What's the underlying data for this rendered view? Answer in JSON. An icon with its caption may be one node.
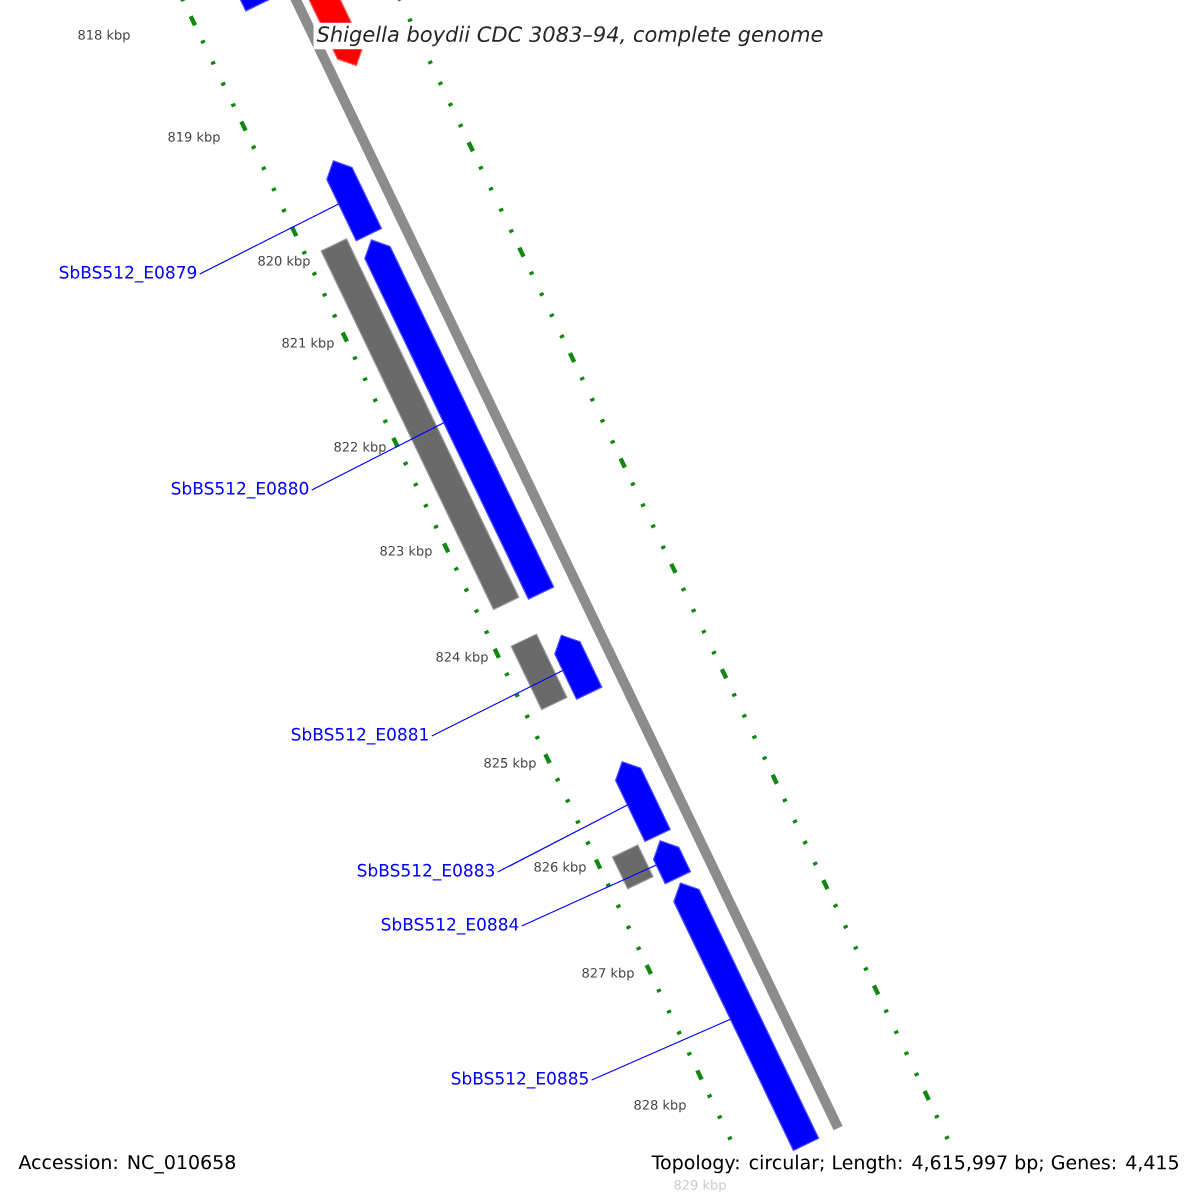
{
  "diagram": {
    "title": "Shigella boydii CDC 3083–94, complete genome",
    "nodes": [
      {
        "text": [
          "SbBS512_E0879"
        ]
      },
      {
        "text": [
          "SbBS512_E0880"
        ]
      },
      {
        "text": [
          "SbBS512_E0881"
        ]
      },
      {
        "text": [
          "SbBS512_E0883"
        ]
      },
      {
        "text": [
          "SbBS512_E0884"
        ]
      },
      {
        "text": [
          "SbBS512_E0885"
        ]
      },
      {
        "text": [],
        "shape": "pentagon"
      },
      {
        "text": [],
        "shape": "pentagon"
      },
      {
        "text": [],
        "shape": "pentagon"
      },
      {
        "text": [],
        "shape": "bar"
      },
      {
        "text": [],
        "shape": "pentagon"
      },
      {
        "text": [],
        "shape": "bar"
      },
      {
        "text": [],
        "shape": "pentagon"
      },
      {
        "text": [],
        "shape": "pentagon"
      },
      {
        "text": [],
        "shape": "bar"
      },
      {
        "text": [],
        "shape": "pentagon"
      },
      {
        "text": [],
        "shape": "pentagon"
      }
    ],
    "edges": [
      {
        "from": 0,
        "to": 8,
        "arrow": "none"
      },
      {
        "from": 1,
        "to": 10,
        "arrow": "none"
      },
      {
        "from": 2,
        "to": 12,
        "arrow": "none"
      },
      {
        "from": 3,
        "to": 13,
        "arrow": "none"
      },
      {
        "from": 4,
        "to": 15,
        "arrow": "none"
      },
      {
        "from": 5,
        "to": 16,
        "arrow": "none"
      }
    ],
    "labels": [
      "818 kbp",
      "819 kbp",
      "820 kbp",
      "821 kbp",
      "822 kbp",
      "823 kbp",
      "824 kbp",
      "825 kbp",
      "826 kbp",
      "827 kbp",
      "828 kbp",
      "829 kbp",
      "Accession: NC_010658",
      "Topology: circular; Length: 4,615,997 bp; Genes: 4,415"
    ]
  }
}
